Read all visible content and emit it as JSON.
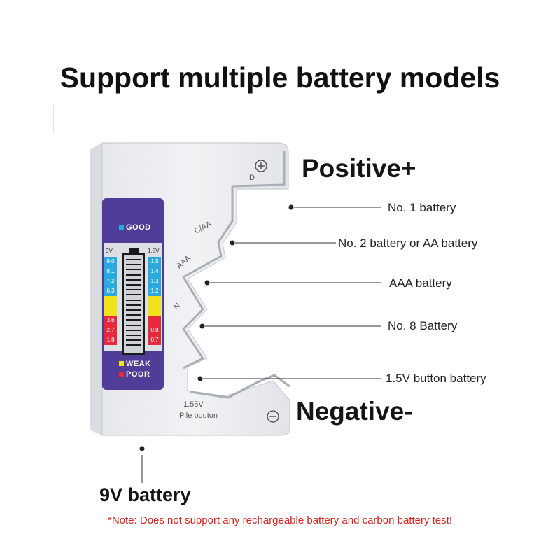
{
  "title": "Support multiple battery models",
  "labels": {
    "positive": "Positive+",
    "negative": "Negative-",
    "nine_v": "9V battery"
  },
  "callouts": [
    {
      "text": "No. 1 battery"
    },
    {
      "text": "No. 2 battery or AA battery"
    },
    {
      "text": "AAA battery"
    },
    {
      "text": "No. 8 Battery"
    },
    {
      "text": "1.5V button battery"
    }
  ],
  "note": "*Note: Does not support any rechargeable battery and carbon battery test!",
  "device": {
    "slot_labels": {
      "d": "D",
      "c_aa": "C/AA",
      "aaa": "AAA",
      "n": "N"
    },
    "button_label_line1": "1.55V",
    "button_label_line2": "Pile bouton",
    "lcd": {
      "good": "GOOD",
      "weak": "WEAK",
      "poor": "POOR",
      "left_header": "9V",
      "right_header": "1.5V",
      "left_scale": [
        "9.0",
        "8.1",
        "7.2",
        "6.3",
        "",
        "",
        "3.6",
        "2.7",
        "1.8"
      ],
      "right_scale": [
        "1.5",
        "1.4",
        "1.3",
        "1.2",
        "",
        "",
        "",
        "0.8",
        "0.7"
      ],
      "colors": {
        "good": "#2aa9de",
        "weak": "#f2e21c",
        "poor": "#e8283c",
        "panel": "#4f3d98"
      }
    }
  }
}
